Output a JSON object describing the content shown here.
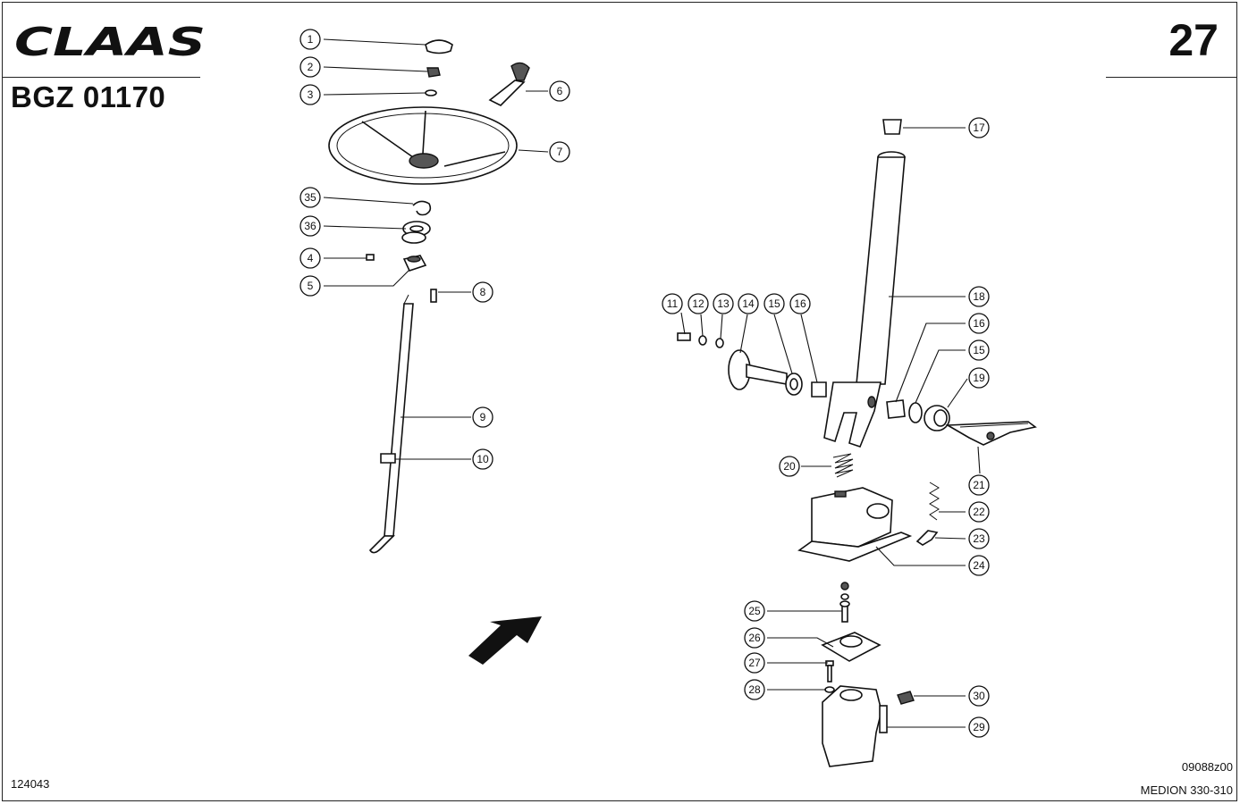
{
  "header": {
    "brand": "CLAAS",
    "doc_code": "BGZ 01170",
    "page_number": "27"
  },
  "footer": {
    "left_ref": "124043",
    "right_ref": "09088z00",
    "model": "MEDION 330-310"
  },
  "callouts": [
    "1",
    "2",
    "3",
    "4",
    "5",
    "6",
    "7",
    "8",
    "9",
    "10",
    "11",
    "12",
    "13",
    "14",
    "15",
    "16",
    "17",
    "18",
    "16",
    "15",
    "19",
    "20",
    "21",
    "22",
    "23",
    "24",
    "25",
    "26",
    "27",
    "28",
    "29",
    "30",
    "35",
    "36"
  ]
}
